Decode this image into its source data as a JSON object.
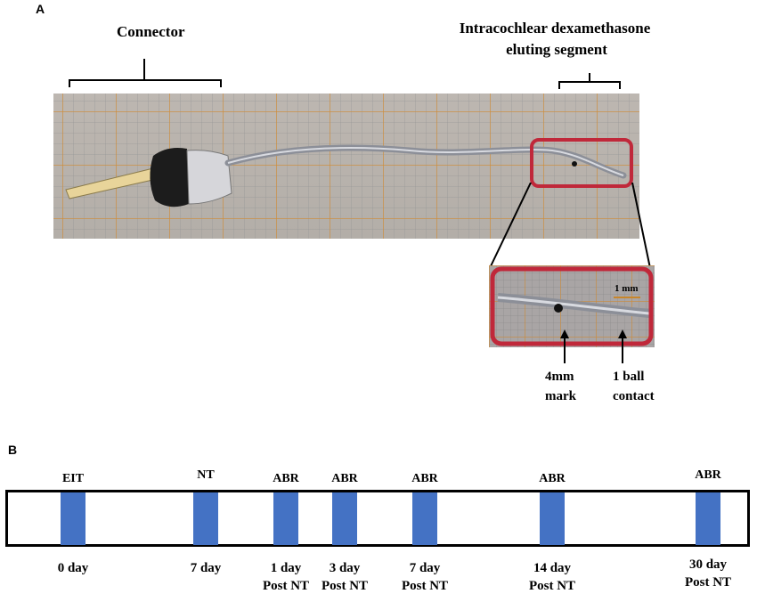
{
  "panel_a": {
    "label": "A",
    "connector_label": "Connector",
    "segment_label_line1": "Intracochlear dexamethasone",
    "segment_label_line2": "eluting segment",
    "scale_label": "1 mm",
    "mark_label_line1": "4mm",
    "mark_label_line2": "mark",
    "contact_label_line1": "1 ball",
    "contact_label_line2": "contact",
    "highlight_color": "#c0283a"
  },
  "panel_b": {
    "label": "B",
    "bar_color": "#4472c4",
    "events": [
      {
        "top": "EIT",
        "bottom_line1": "0 day",
        "bottom_line2": ""
      },
      {
        "top": "NT",
        "bottom_line1": "7 day",
        "bottom_line2": ""
      },
      {
        "top": "ABR",
        "bottom_line1": "1 day",
        "bottom_line2": "Post NT"
      },
      {
        "top": "ABR",
        "bottom_line1": "3 day",
        "bottom_line2": "Post NT"
      },
      {
        "top": "ABR",
        "bottom_line1": "7 day",
        "bottom_line2": "Post NT"
      },
      {
        "top": "ABR",
        "bottom_line1": "14 day",
        "bottom_line2": "Post NT"
      },
      {
        "top": "ABR",
        "bottom_line1": "30 day",
        "bottom_line2": "Post NT"
      }
    ]
  }
}
